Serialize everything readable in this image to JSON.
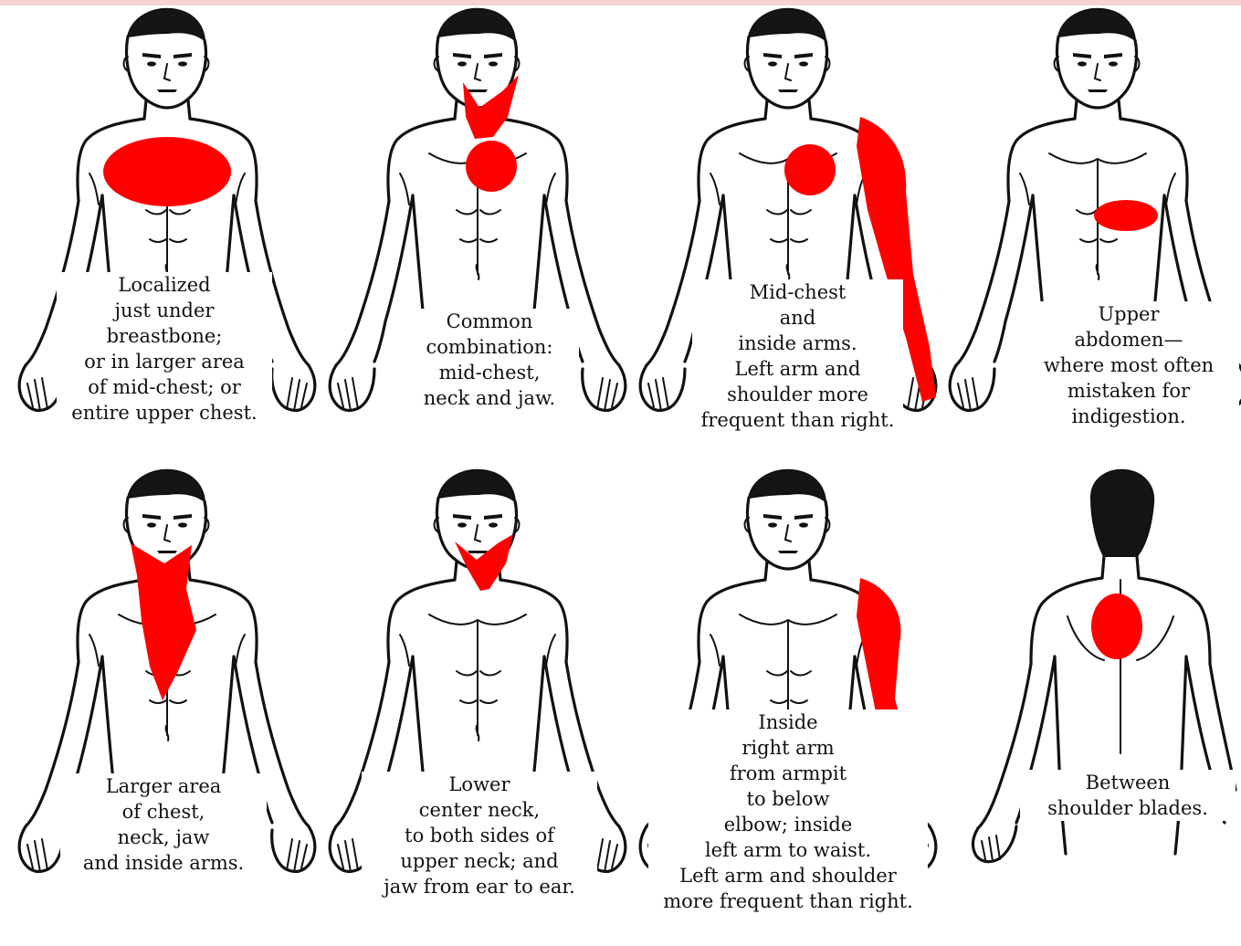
{
  "header_strip_color": "#f7d3d3",
  "pain_color": "#ff0000",
  "figures": [
    {
      "view": "front",
      "region": "chest-oval",
      "caption": "Localized\njust under\nbreastbone;\nor in larger area\nof mid-chest; or\nentire upper chest."
    },
    {
      "view": "front",
      "region": "neck-jaw-and-mid-chest",
      "caption": "Common\ncombination:\nmid-chest,\nneck and jaw."
    },
    {
      "view": "front",
      "region": "mid-chest-and-left-arm",
      "caption": "Mid-chest\nand\ninside arms.\nLeft arm and\nshoulder more\nfrequent than right."
    },
    {
      "view": "front",
      "region": "upper-abdomen",
      "caption": "Upper\nabdomen—\nwhere most often\nmistaken for\nindigestion."
    },
    {
      "view": "front",
      "region": "chest-neck-jaw",
      "caption": "Larger area\nof chest,\nneck, jaw\nand inside arms."
    },
    {
      "view": "front",
      "region": "lower-neck-and-jaw",
      "caption": "Lower\ncenter neck,\nto both sides of\nupper neck; and\njaw from ear to ear."
    },
    {
      "view": "front",
      "region": "inside-arms",
      "caption": "Inside\nright arm\nfrom armpit\nto below\nelbow; inside\nleft arm to waist.\nLeft arm and shoulder\nmore frequent than right."
    },
    {
      "view": "back",
      "region": "between-shoulder-blades",
      "caption": "Between\nshoulder blades."
    }
  ]
}
